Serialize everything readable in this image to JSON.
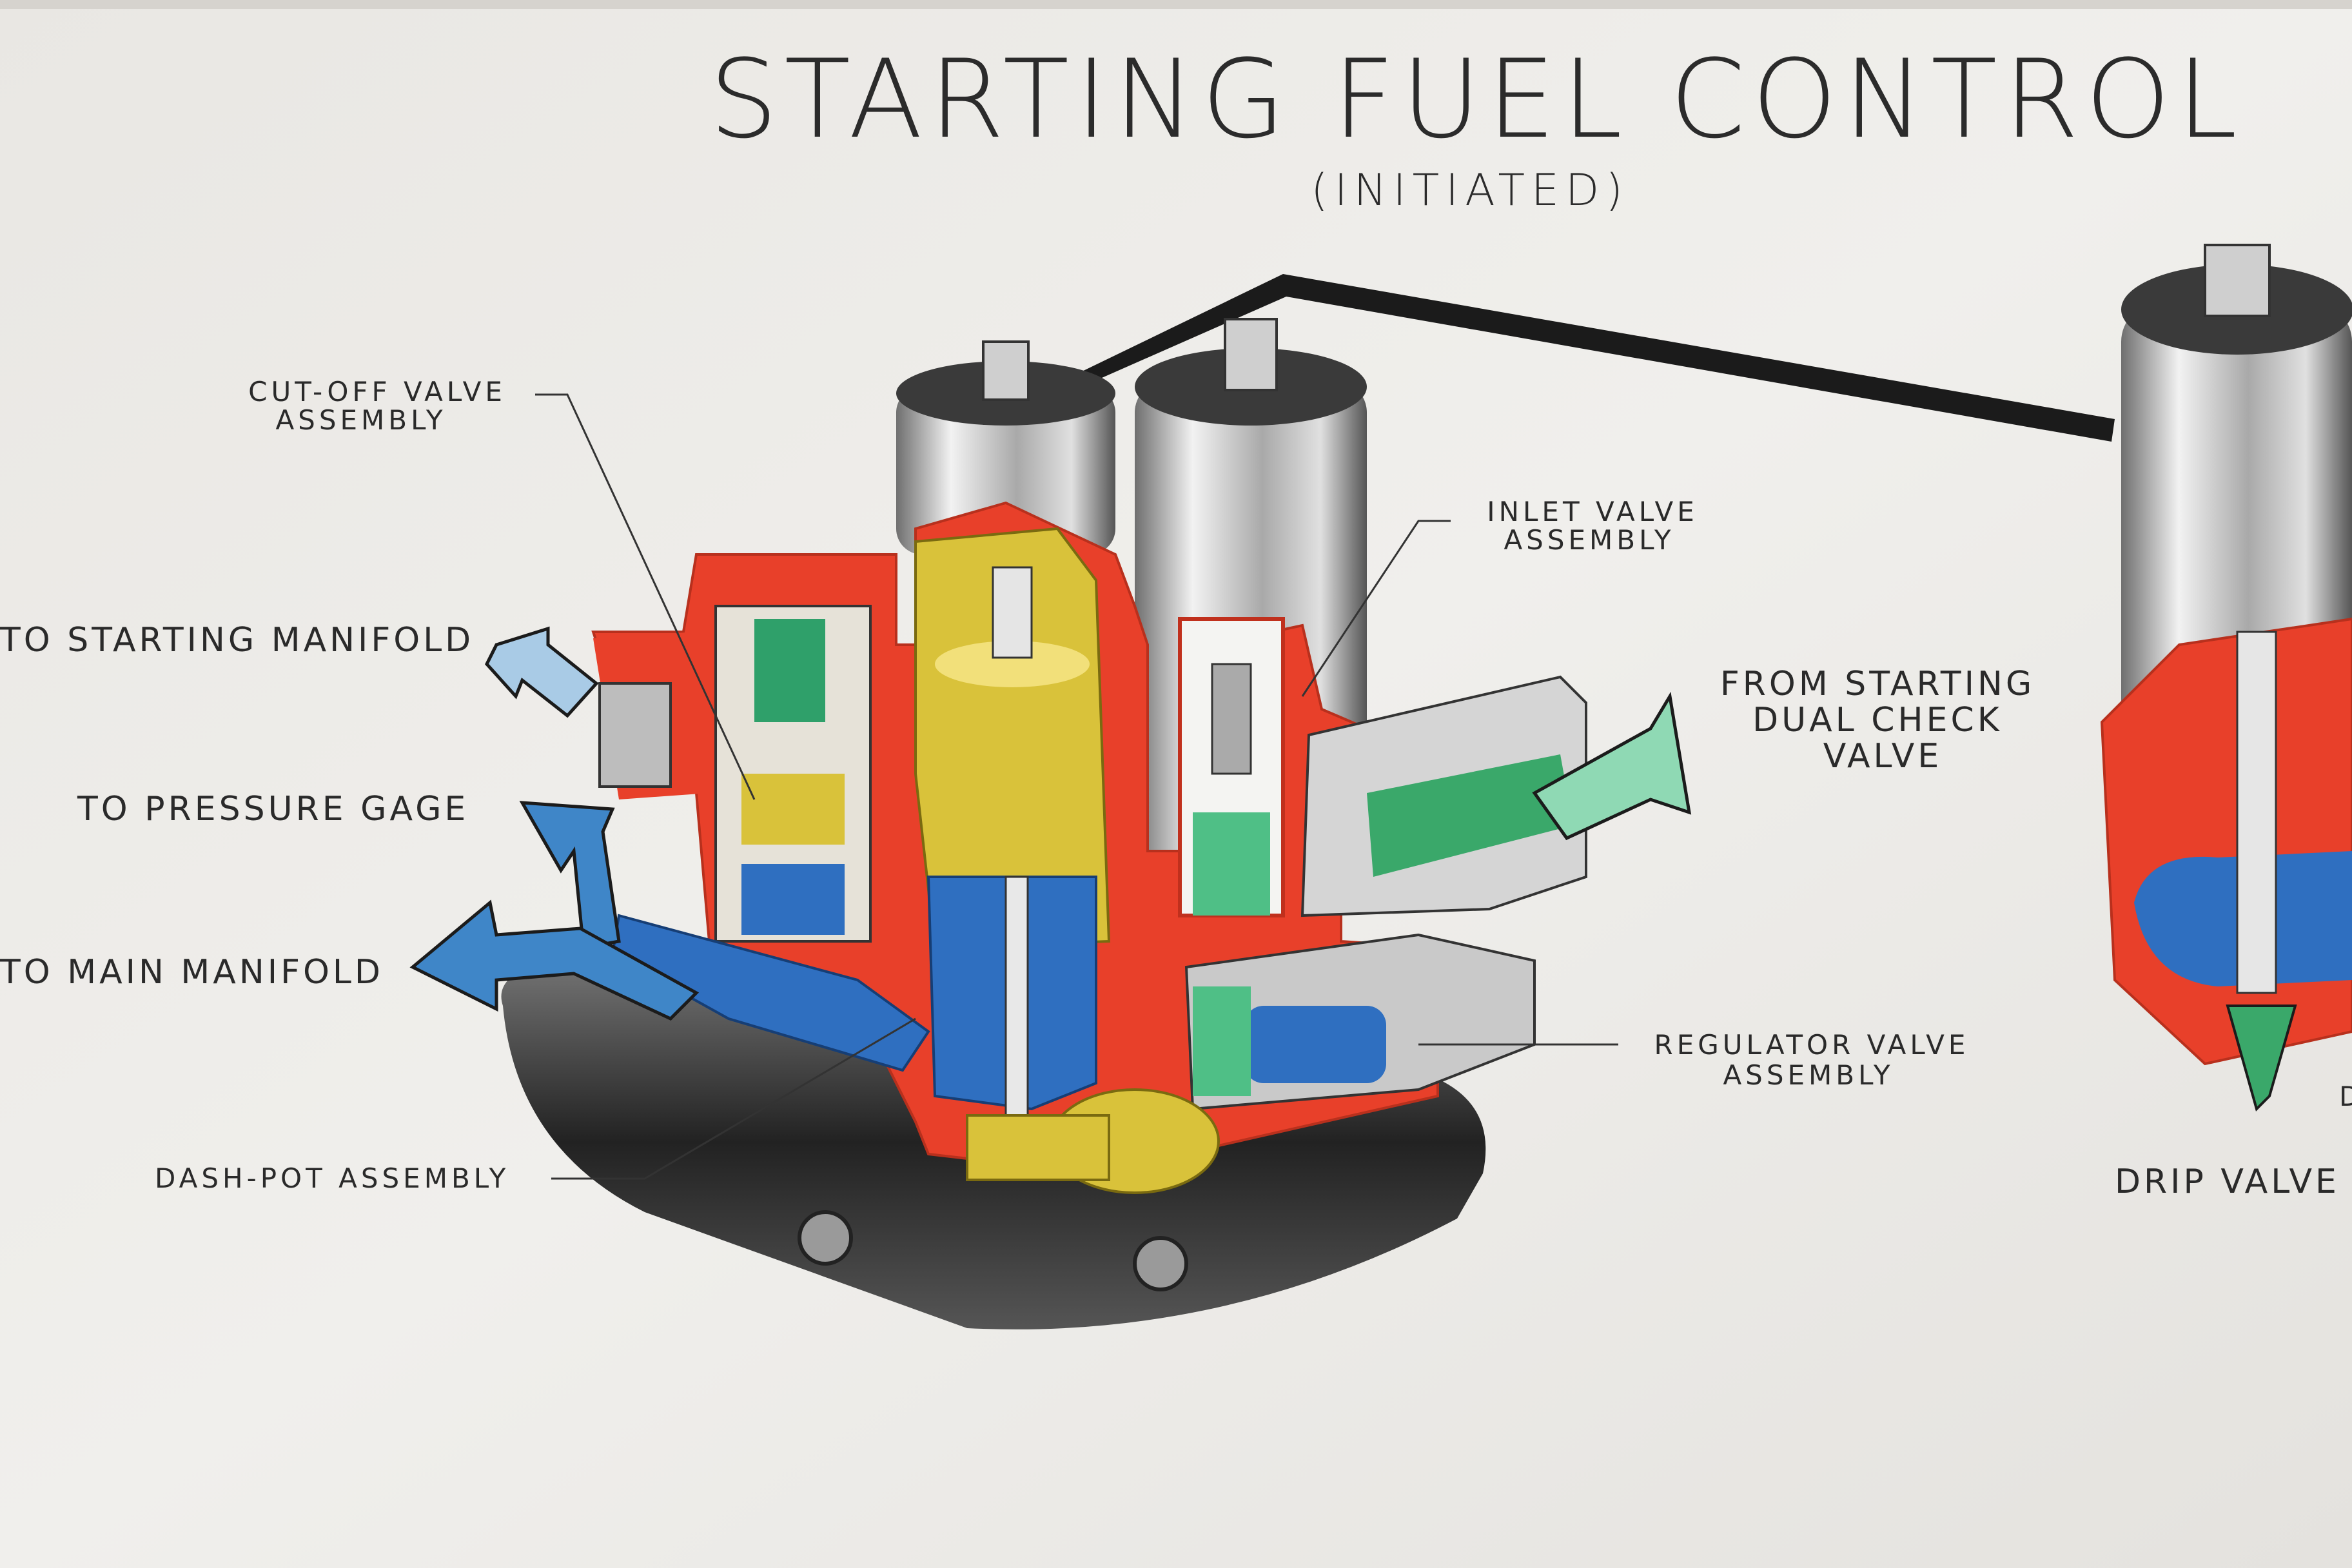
{
  "title": "STARTING FUEL CONTROL",
  "subtitle": "(INITIATED)",
  "labels": {
    "cutoff_line1": "CUT-OFF VALVE",
    "cutoff_line2": "ASSEMBLY",
    "inlet_line1": "INLET VALVE",
    "inlet_line2": "ASSEMBLY",
    "starting_manifold": "TO STARTING MANIFOLD",
    "pressure_gage": "TO PRESSURE GAGE",
    "main_manifold": "TO MAIN MANIFOLD",
    "from_line1": "FROM STARTING",
    "from_line2": "DUAL CHECK",
    "from_line3": "VALVE",
    "regulator_line1": "REGULATOR VALVE",
    "regulator_line2": "ASSEMBLY",
    "dashpot": "DASH-POT ASSEMBLY",
    "drip_valve": "DRIP VALVE",
    "drip_partial": "D"
  },
  "colors": {
    "paper": "#ecebe8",
    "housing_red": "#e8402a",
    "fuel_yellow": "#d9c23a",
    "fuel_blue": "#2f6fc0",
    "fuel_green": "#3aa86a",
    "arrow_light_blue": "#a9cbe6",
    "arrow_blue": "#3f86c8",
    "arrow_green": "#8fd9b4",
    "metal": "#b8b8b8"
  }
}
